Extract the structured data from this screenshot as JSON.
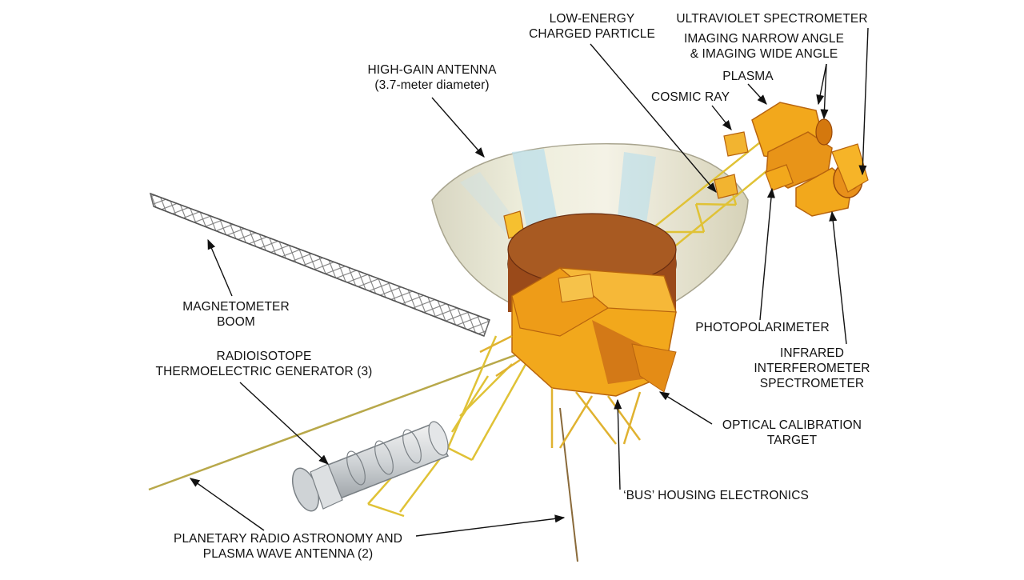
{
  "labels": {
    "low_energy": [
      "LOW-ENERGY",
      "CHARGED PARTICLE"
    ],
    "uv_spectrometer": [
      "ULTRAVIOLET SPECTROMETER"
    ],
    "imaging": [
      "IMAGING NARROW ANGLE",
      "& IMAGING WIDE ANGLE"
    ],
    "high_gain": [
      "HIGH-GAIN ANTENNA",
      "(3.7-meter diameter)"
    ],
    "plasma": [
      "PLASMA"
    ],
    "cosmic_ray": [
      "COSMIC RAY"
    ],
    "magnetometer": [
      "MAGNETOMETER",
      "BOOM"
    ],
    "rtg": [
      "RADIOISOTOPE",
      "THERMOELECTRIC GENERATOR (3)"
    ],
    "photopolarimeter": [
      "PHOTOPOLARIMETER"
    ],
    "iris": [
      "INFRARED",
      "INTERFEROMETER",
      "SPECTROMETER"
    ],
    "optical_cal": [
      "OPTICAL CALIBRATION",
      "TARGET"
    ],
    "bus": [
      "‘BUS’ HOUSING ELECTRONICS"
    ],
    "radio": [
      "PLANETARY RADIO ASTRONOMY AND",
      "PLASMA WAVE ANTENNA (2)"
    ]
  },
  "colors": {
    "body": "#f2a81c",
    "body_dark": "#c9720e",
    "bus_brown": "#9a4a1a",
    "dish": "#e6e2cf",
    "dish_blue": "#bcdce8",
    "truss": "#e0c236",
    "boom_grey": "#8a8a8a",
    "antenna": "#b0a050"
  }
}
